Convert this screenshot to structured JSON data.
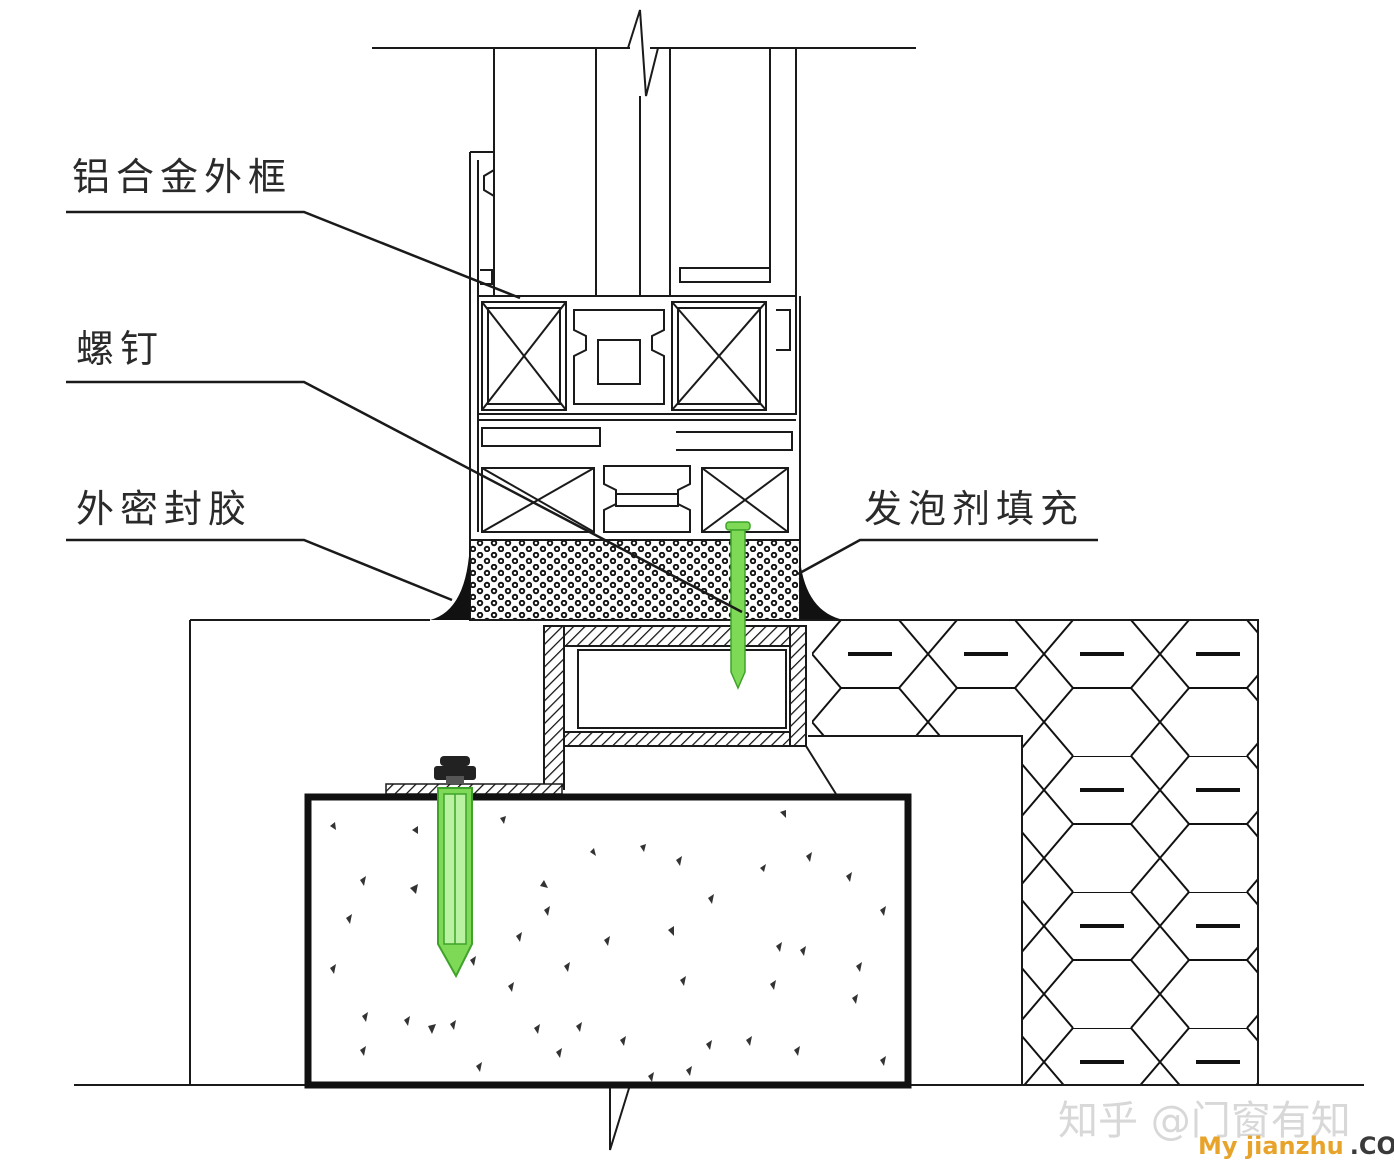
{
  "labels": {
    "outer_frame": "铝合金外框",
    "screw": "螺钉",
    "outer_sealant": "外密封胶",
    "foam_fill": "发泡剂填充"
  },
  "watermark": {
    "line1": "知乎 @门窗有知",
    "site_name": "My jianzhu",
    "site_tld": ".COM"
  },
  "colors": {
    "line": "#1a1a1a",
    "screw_green": "#7ed957",
    "screw_green_dark": "#3fa32a",
    "watermark_orange": "#e8a42a"
  },
  "icons": {
    "screw": "green-screw-icon",
    "anchor_bolt": "green-anchor-bolt-icon"
  }
}
